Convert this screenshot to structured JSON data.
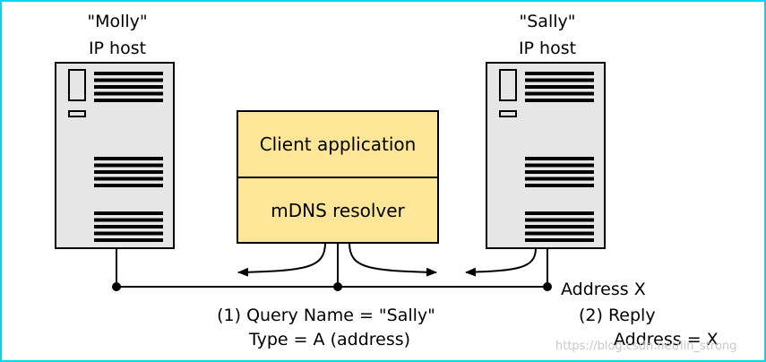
{
  "hosts": [
    {
      "name": "\"Molly\"",
      "type": "IP host"
    },
    {
      "name": "\"Sally\"",
      "type": "IP host"
    }
  ],
  "stack": {
    "top_label": "Client application",
    "bottom_label": "mDNS resolver"
  },
  "annotations": {
    "address": "Address X",
    "query_line1": "(1) Query Name = \"Sally\"",
    "query_line2": "Type = A (address)",
    "reply_line1": "(2) Reply",
    "reply_line2": "Address = X"
  },
  "watermark": "https://blog.csdn.net/lin_strong",
  "colors": {
    "frame": "#00d6f0",
    "stack_fill": "#fde697",
    "host_fill": "#e6e6e6",
    "line": "#000000"
  }
}
